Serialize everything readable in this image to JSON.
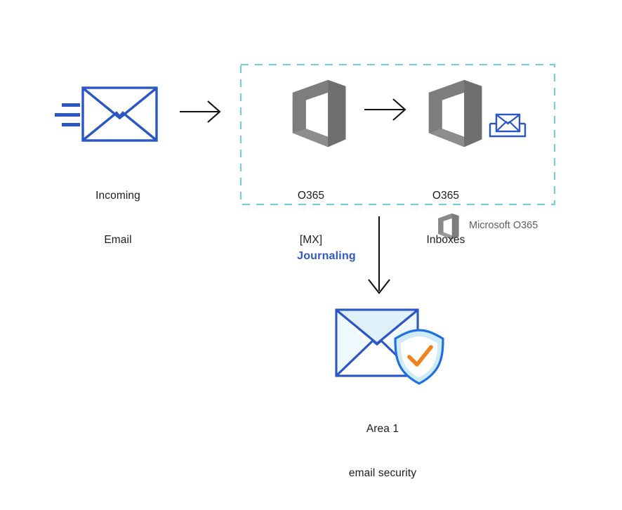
{
  "diagram": {
    "title": "Email journaling flow to Area 1 email security",
    "background_color": "#ffffff",
    "colors": {
      "envelope_blue": "#2a56c6",
      "dashed_border": "#7ec8dd",
      "office_gray": "#7d7d7d",
      "arrow_black": "#111111",
      "journaling_blue": "#3059c8",
      "legend_gray": "#5e5e5e",
      "shield_check_orange": "#f2821e",
      "shield_blue": "#1f6fe0",
      "envelope_fill_light": "#dbeefb"
    }
  },
  "incoming": {
    "icon_name": "incoming-email-envelope-icon",
    "speed_lines_icon": "motion-lines-icon",
    "caption_line1": "Incoming",
    "caption_line2": "Email"
  },
  "arrows": {
    "incoming_to_mx": "arrow-right-icon",
    "mx_to_inboxes": "arrow-right-icon",
    "journaling_down": "arrow-down-icon"
  },
  "o365_group": {
    "border_style": "dashed",
    "mx": {
      "icon_name": "office-365-logo-icon",
      "caption_line1": "O365",
      "caption_line2": "[MX]"
    },
    "inboxes": {
      "icon_name": "office-365-logo-icon",
      "caption_line1": "O365",
      "caption_line2": "Inboxes",
      "inbox_tray_icon": "inbox-envelope-icon"
    }
  },
  "journaling": {
    "label": "Journaling"
  },
  "legend": {
    "icon_name": "office-365-logo-icon",
    "label": "Microsoft O365"
  },
  "area1": {
    "icon_name": "secure-email-shield-icon",
    "caption_line1": "Area 1",
    "caption_line2": "email security"
  }
}
